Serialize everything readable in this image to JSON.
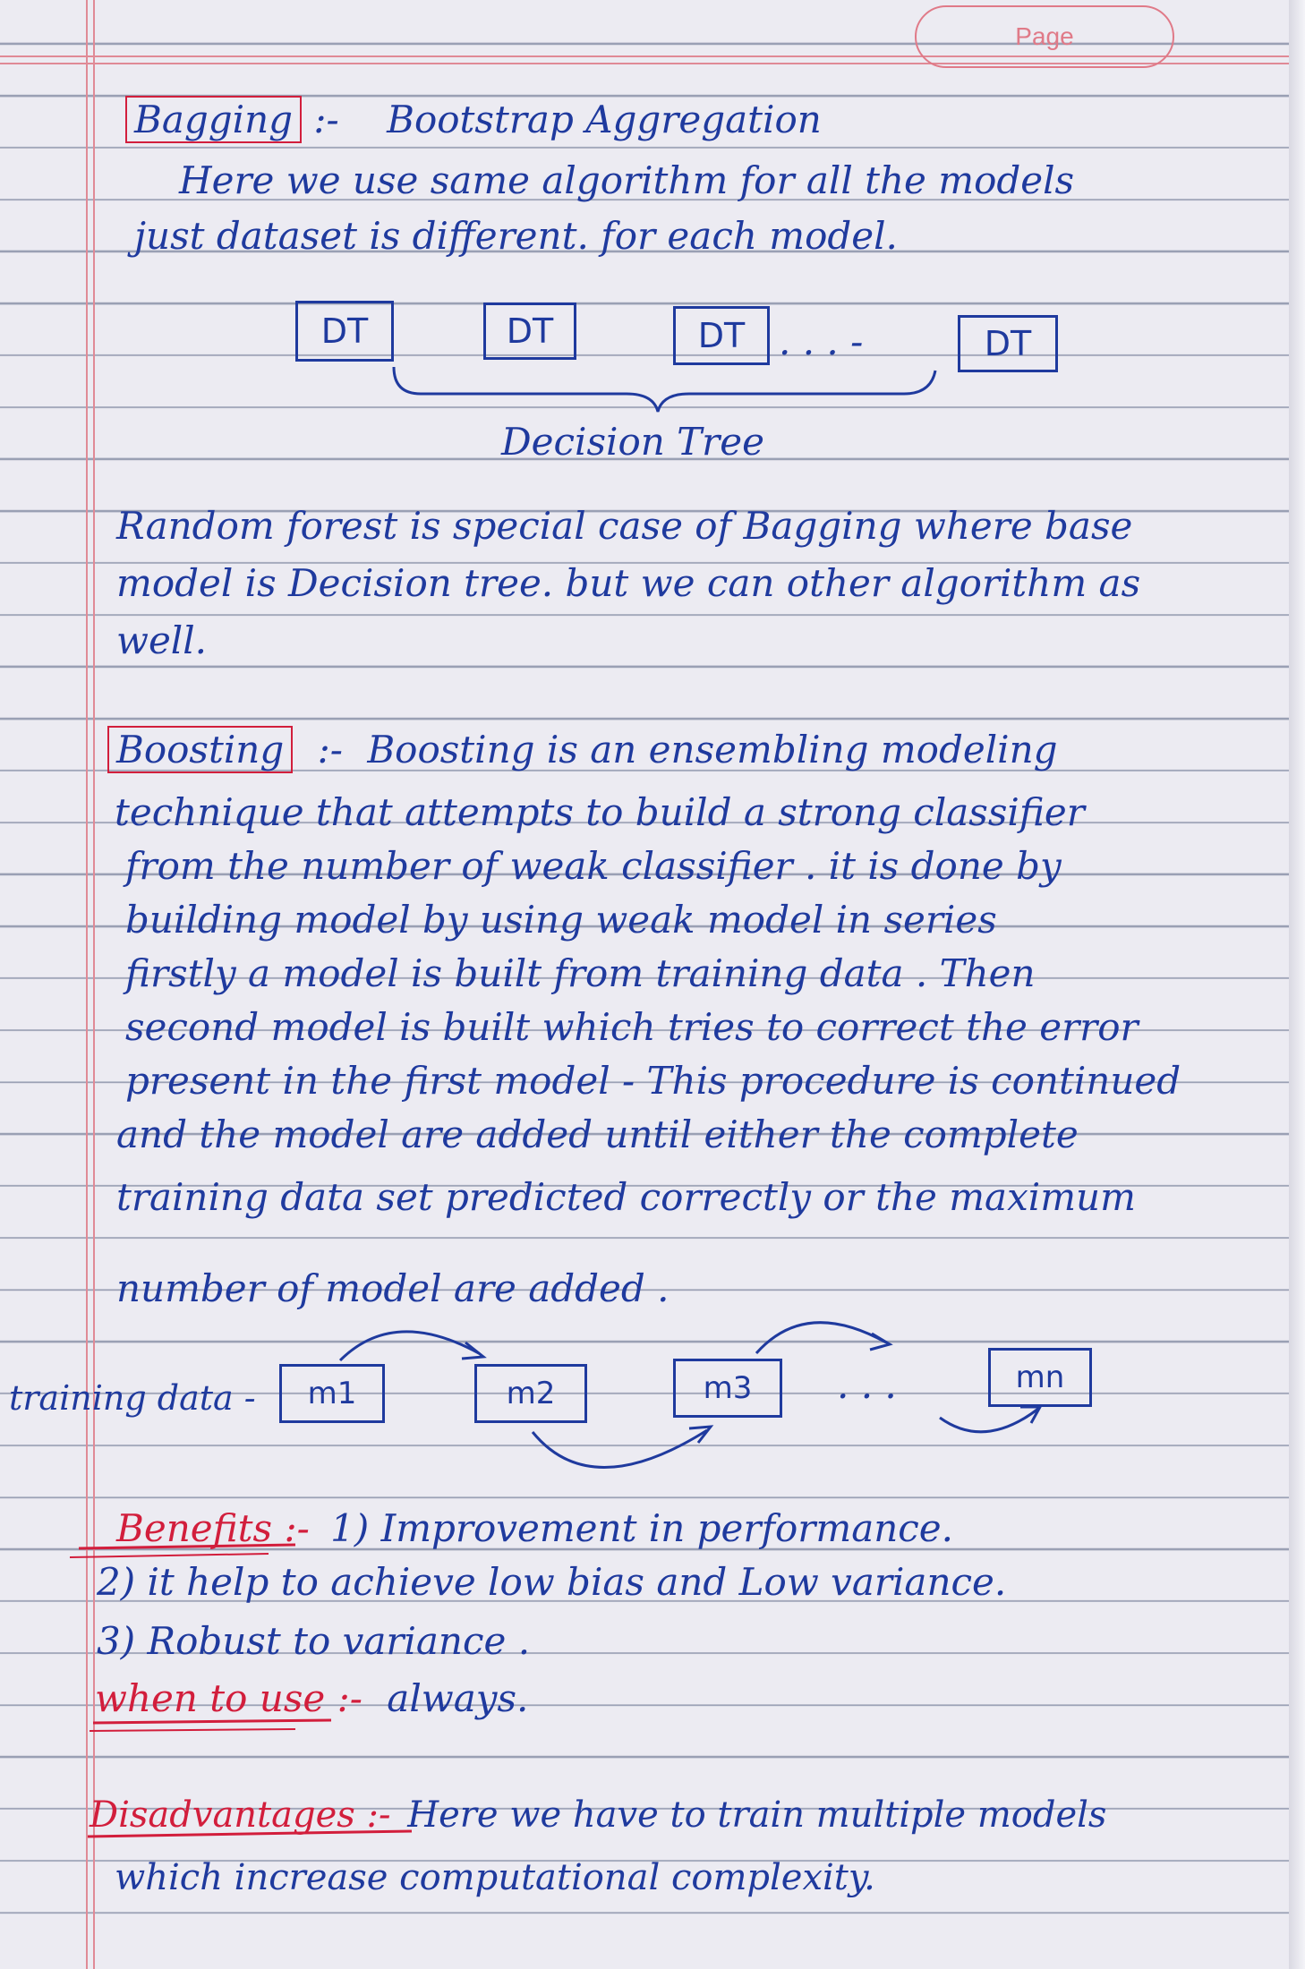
{
  "page_label": "Page",
  "bagging": {
    "heading": "Bagging",
    "sep": ":-",
    "subtitle": "Bootstrap Aggregation",
    "lines": [
      "Here we use same algorithm for all the models",
      "just dataset is different. for each model."
    ],
    "dt_boxes": [
      "DT",
      "DT",
      "DT",
      "DT"
    ],
    "dots": ". . . -",
    "brace_label": "Decision Tree",
    "rf_lines": [
      "Random forest is special case of Bagging where base",
      "model is Decision tree. but we can other algorithm as",
      "well."
    ]
  },
  "boosting": {
    "heading": "Boosting",
    "sep": ":-",
    "first_line": "Boosting is an ensembling modeling",
    "lines": [
      "technique that attempts to build a strong classifier",
      "from the number of weak classifier . it is done by",
      "building model by using weak model in series",
      "firstly a model is built from training data . Then",
      "second model is built which tries to correct the error",
      "present in the first model - This procedure is continued",
      "and the model are added until either the complete",
      "training data set predicted correctly or the maximum",
      "number of model are added ."
    ],
    "diagram_label": "training data -",
    "models": [
      "m1",
      "m2",
      "m3",
      "mn"
    ],
    "dots": ". . ."
  },
  "benefits": {
    "heading": "Benefits",
    "sep": ":-",
    "item1": "1) Improvement in performance.",
    "item2": "2) it help to achieve low bias and Low variance.",
    "item3": "3) Robust to variance ."
  },
  "when_to_use": {
    "heading": "when to use",
    "sep": ":-",
    "value": "always."
  },
  "disadvantages": {
    "heading": "Disadvantages",
    "sep": ":-",
    "line1": "Here we have to train multiple models",
    "line2": "which increase computational complexity."
  }
}
